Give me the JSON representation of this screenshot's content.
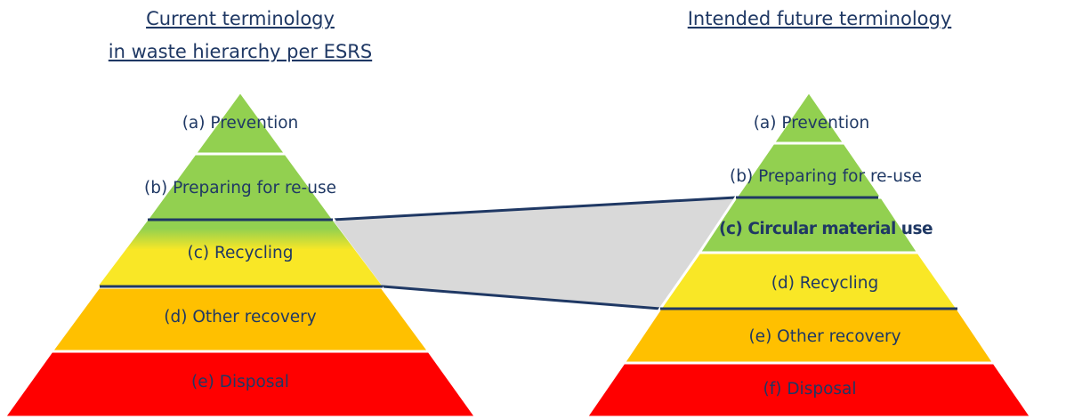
{
  "left": {
    "title_line1": "Current terminology",
    "title_line2": "in waste hierarchy per ESRS",
    "levels": [
      {
        "label": "(a)  Prevention",
        "color": "#92d050"
      },
      {
        "label": "(b)  Preparing for re-use",
        "color": "#92d050"
      },
      {
        "label": "(c)  Recycling",
        "color": "#f9e726"
      },
      {
        "label": "(d)  Other recovery",
        "color": "#ffc000"
      },
      {
        "label": "(e)  Disposal",
        "color": "#ff0000"
      }
    ]
  },
  "right": {
    "title": "Intended future terminology",
    "levels": [
      {
        "label": "(a)  Prevention",
        "color": "#92d050"
      },
      {
        "label": "(b)  Preparing for re-use",
        "color": "#92d050"
      },
      {
        "label": "(c)  Circular material use",
        "color": "#92d050"
      },
      {
        "label": "(d)  Recycling",
        "color": "#f9e726"
      },
      {
        "label": "(e)  Other recovery",
        "color": "#ffc000"
      },
      {
        "label": "(f)  Disposal",
        "color": "#ff0000"
      }
    ]
  },
  "colors": {
    "text": "#1f3864",
    "connector": "#d9d9d9",
    "line": "#1f3864"
  }
}
